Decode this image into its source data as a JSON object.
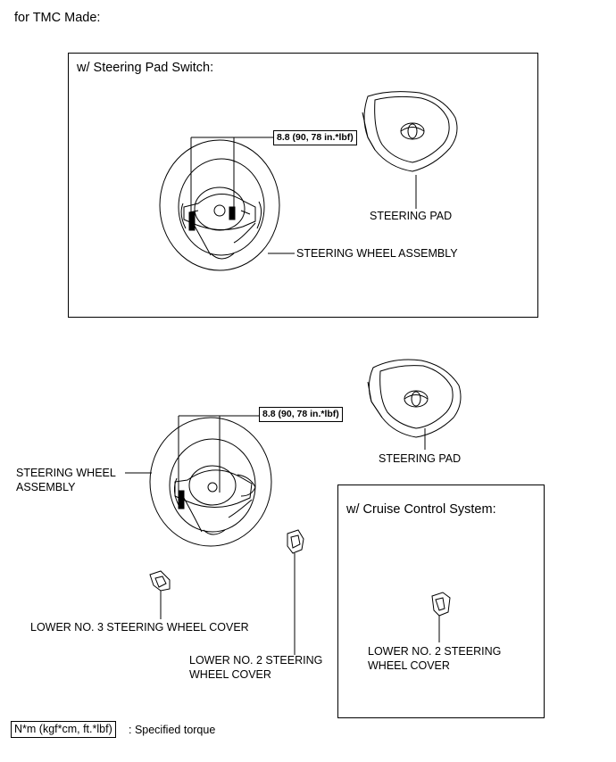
{
  "heading": "for TMC Made:",
  "panel_top": {
    "title": "w/ Steering Pad Switch:",
    "torque": "8.8 (90, 78 in.*lbf)",
    "labels": {
      "steering_pad": "STEERING PAD",
      "steering_wheel": "STEERING WHEEL ASSEMBLY"
    }
  },
  "middle": {
    "torque": "8.8 (90, 78 in.*lbf)",
    "labels": {
      "steering_pad": "STEERING PAD",
      "steering_wheel_line1": "STEERING WHEEL",
      "steering_wheel_line2": "ASSEMBLY",
      "lower_no3": "LOWER NO. 3 STEERING WHEEL COVER",
      "lower_no2_line1": "LOWER NO. 2 STEERING",
      "lower_no2_line2": "WHEEL COVER"
    }
  },
  "panel_cruise": {
    "title": "w/ Cruise Control System:",
    "label_line1": "LOWER NO. 2 STEERING",
    "label_line2": "WHEEL COVER"
  },
  "legend": {
    "symbol": "N*m (kgf*cm, ft.*lbf)",
    "text": ": Specified torque"
  }
}
